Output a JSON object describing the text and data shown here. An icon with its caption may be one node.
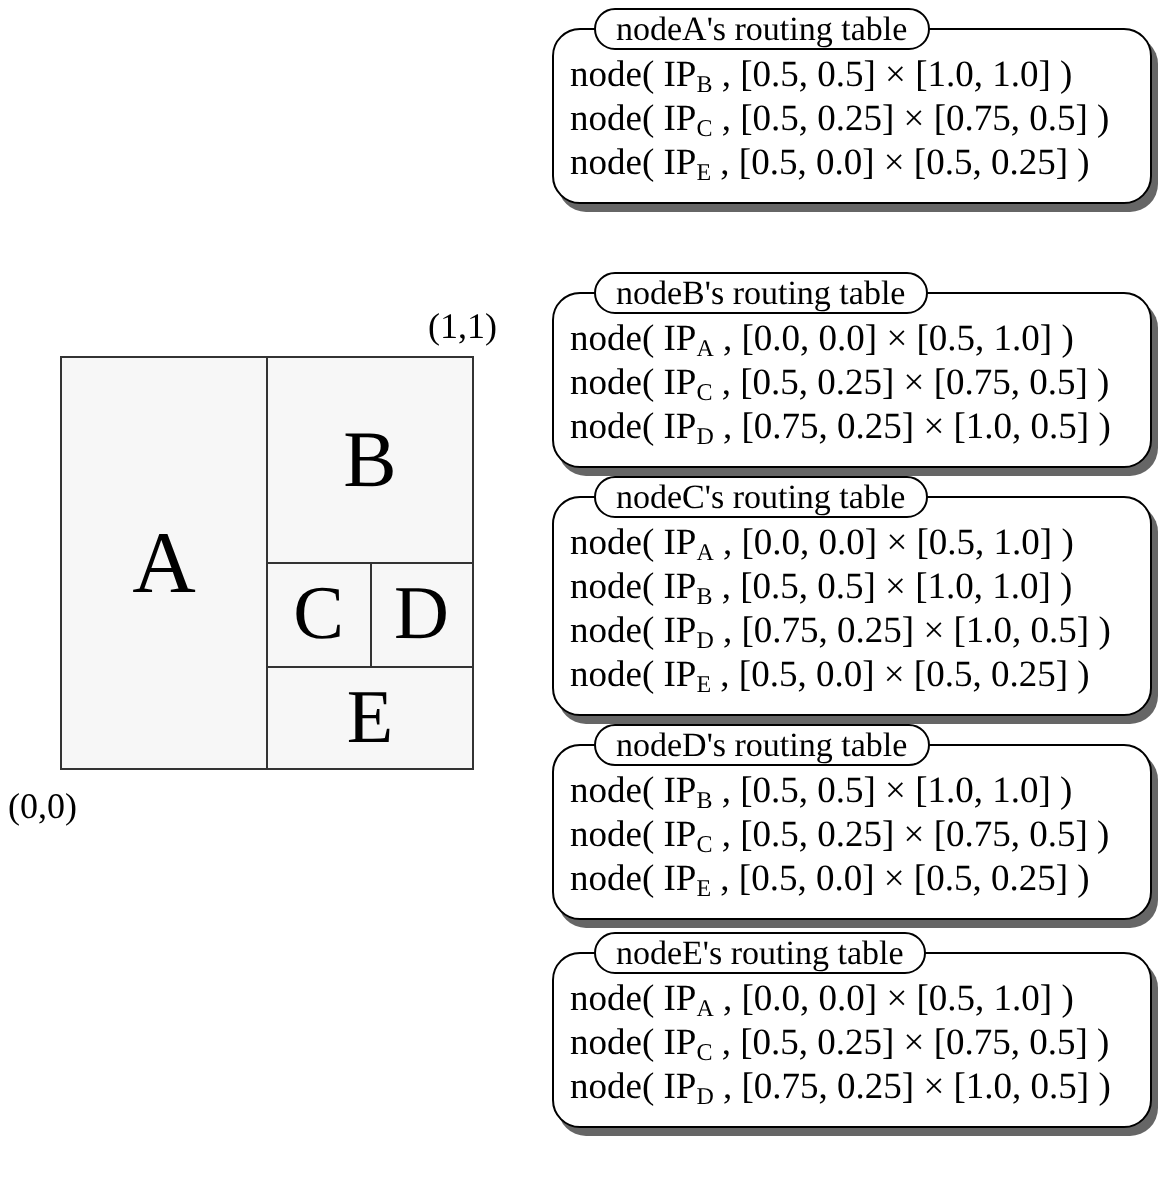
{
  "diagram": {
    "nodes": [
      {
        "text": [
          "A"
        ]
      },
      {
        "text": [
          "B"
        ]
      },
      {
        "text": [
          "C"
        ]
      },
      {
        "text": [
          "D"
        ]
      },
      {
        "text": [
          "E"
        ]
      },
      {
        "text": [
          "nodeA's routing table",
          "node( IP$_{B}$ , [0.5, 0.5] × [1.0, 1.0] )",
          "node( IP$_{C}$ , [0.5, 0.25] × [0.75, 0.5] )",
          "node( IP$_{E}$ , [0.5, 0.0] × [0.5, 0.25] )"
        ]
      },
      {
        "text": [
          "nodeB's routing table",
          "node( IP$_{A}$ , [0.0, 0.0] × [0.5, 1.0] )",
          "node( IP$_{C}$ , [0.5, 0.25] × [0.75, 0.5] )",
          "node( IP$_{D}$ , [0.75, 0.25] × [1.0, 0.5] )"
        ]
      },
      {
        "text": [
          "nodeC's routing table",
          "node( IP$_{A}$ , [0.0, 0.0] × [0.5, 1.0] )",
          "node( IP$_{B}$ , [0.5, 0.5] × [1.0, 1.0] )",
          "node( IP$_{D}$ , [0.75, 0.25] × [1.0, 0.5] )",
          "node( IP$_{E}$ , [0.5, 0.0] × [0.5, 0.25] )"
        ]
      },
      {
        "text": [
          "nodeD's routing table",
          "node( IP$_{B}$ , [0.5, 0.5] × [1.0, 1.0] )",
          "node( IP$_{C}$ , [0.5, 0.25] × [0.75, 0.5] )",
          "node( IP$_{E}$ , [0.5, 0.0] × [0.5, 0.25] )"
        ]
      },
      {
        "text": [
          "nodeE's routing table",
          "node( IP$_{A}$ , [0.0, 0.0] × [0.5, 1.0] )",
          "node( IP$_{C}$ , [0.5, 0.25] × [0.75, 0.5] )",
          "node( IP$_{D}$ , [0.75, 0.25] × [1.0, 0.5] )"
        ]
      }
    ],
    "labels": [
      "(1,1)",
      "(0,0)"
    ]
  }
}
